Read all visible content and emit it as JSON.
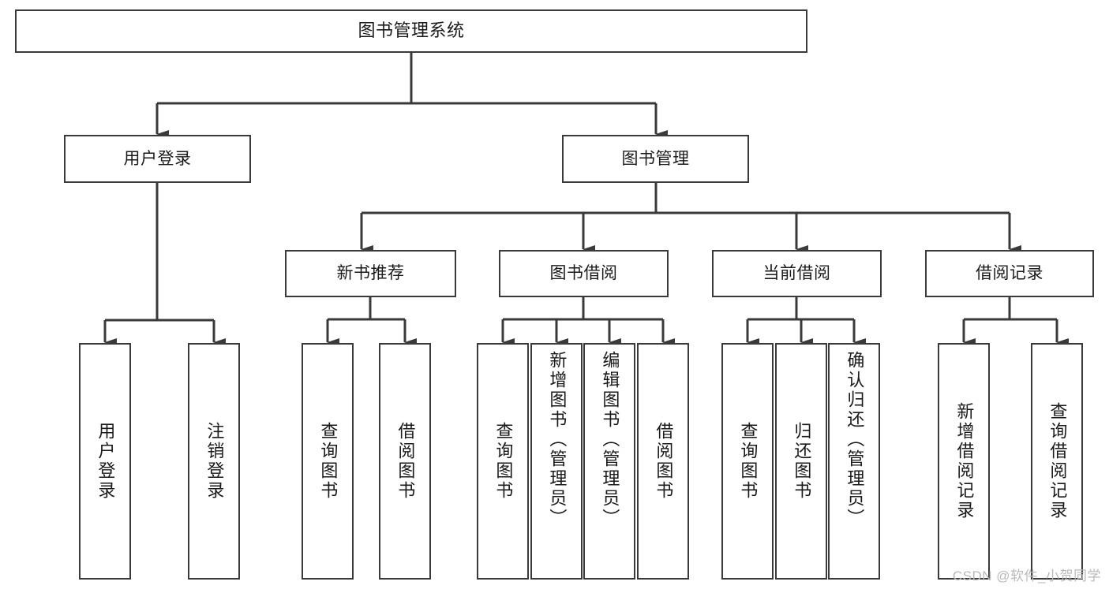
{
  "diagram": {
    "title": "图书管理系统",
    "type": "tree-hierarchy-chart",
    "stroke_color": "#3a3a3a",
    "text_color": "#1a1a1a",
    "background_color": "#ffffff"
  },
  "watermark": {
    "text": "CSDN @软件_小贺同学",
    "color": "#b9b9b9"
  },
  "nodes": {
    "root": {
      "label": "图书管理系统"
    },
    "level1": [
      {
        "label": "用户登录"
      },
      {
        "label": "图书管理"
      }
    ],
    "level2": [
      {
        "label": "新书推荐"
      },
      {
        "label": "图书借阅"
      },
      {
        "label": "当前借阅"
      },
      {
        "label": "借阅记录"
      }
    ],
    "leaves": {
      "user_login": [
        {
          "label": "用户登录"
        },
        {
          "label": "注销登录"
        }
      ],
      "new_book_recommend": [
        {
          "label": "查询图书"
        },
        {
          "label": "借阅图书"
        }
      ],
      "book_borrow": [
        {
          "label": "查询图书"
        },
        {
          "label": "新增图书（管理员）"
        },
        {
          "label": "编辑图书（管理员）"
        },
        {
          "label": "借阅图书"
        }
      ],
      "current_borrow": [
        {
          "label": "查询图书"
        },
        {
          "label": "归还图书"
        },
        {
          "label": "确认归还（管理员）"
        }
      ],
      "borrow_record": [
        {
          "label": "新增借阅记录"
        },
        {
          "label": "查询借阅记录"
        }
      ]
    }
  }
}
